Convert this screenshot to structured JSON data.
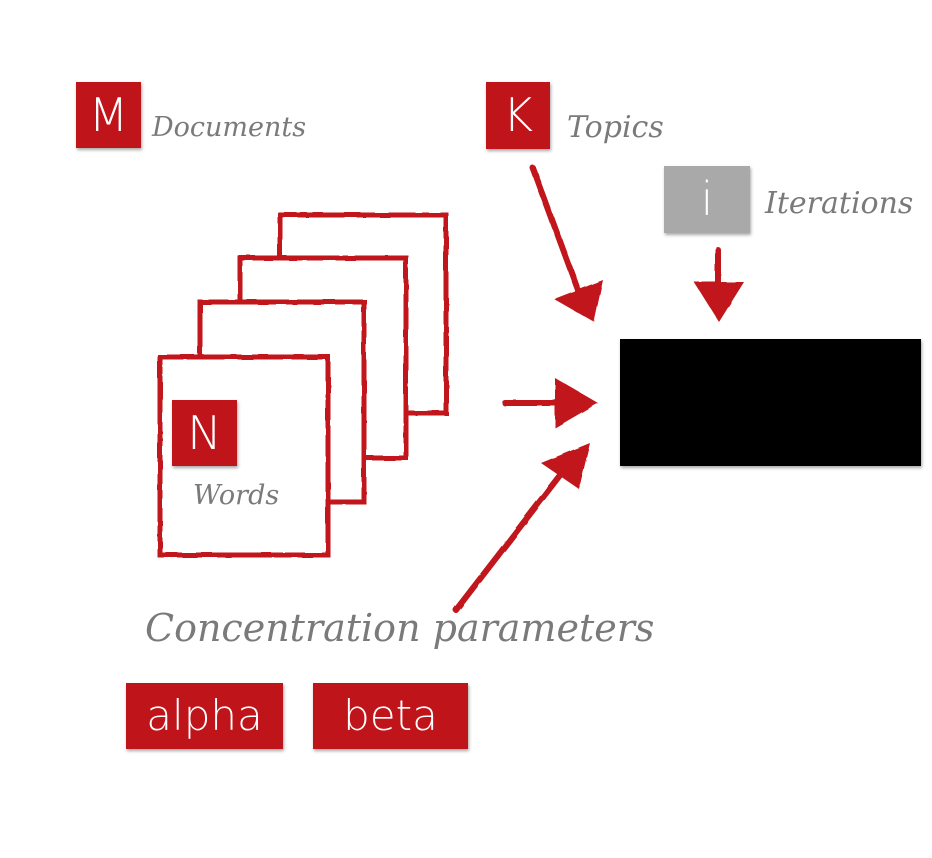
{
  "colors": {
    "accent": "#c0141b",
    "gray_box": "#a9a9a9",
    "label": "#7a7a7a",
    "model": "#000000"
  },
  "inputs": {
    "documents": {
      "symbol": "M",
      "label": "Documents"
    },
    "topics": {
      "symbol": "K",
      "label": "Topics"
    },
    "iterations": {
      "symbol": "i",
      "label": "Iterations"
    },
    "words": {
      "symbol": "N",
      "label": "Words"
    }
  },
  "concentration": {
    "label": "Concentration parameters",
    "params": [
      "alpha",
      "beta"
    ]
  }
}
